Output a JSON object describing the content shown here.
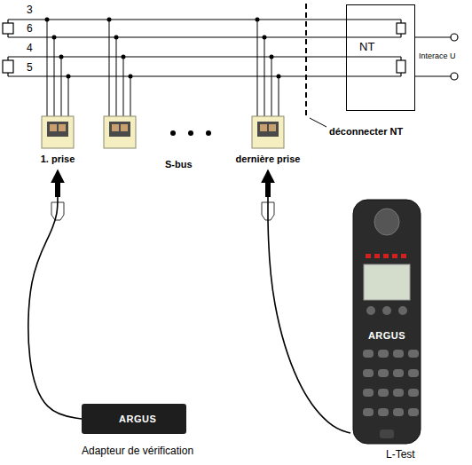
{
  "diagram": {
    "nodes": [
      {
        "text": [
          "1. prise"
        ]
      },
      {
        "text": [
          "dernière prise"
        ]
      },
      {
        "text": [
          "NT"
        ]
      },
      {
        "text": [
          "ARGUS",
          "Adapteur de vérification"
        ]
      },
      {
        "text": [
          "ARGUS",
          "L-Test"
        ]
      }
    ],
    "edges": [
      {
        "from": 3,
        "to": 0,
        "arrow": "to"
      },
      {
        "from": 4,
        "to": 1,
        "arrow": "to"
      }
    ],
    "labels": [
      "3",
      "6",
      "4",
      "5",
      "S-bus",
      "déconnecter NT",
      "Interace U"
    ]
  }
}
